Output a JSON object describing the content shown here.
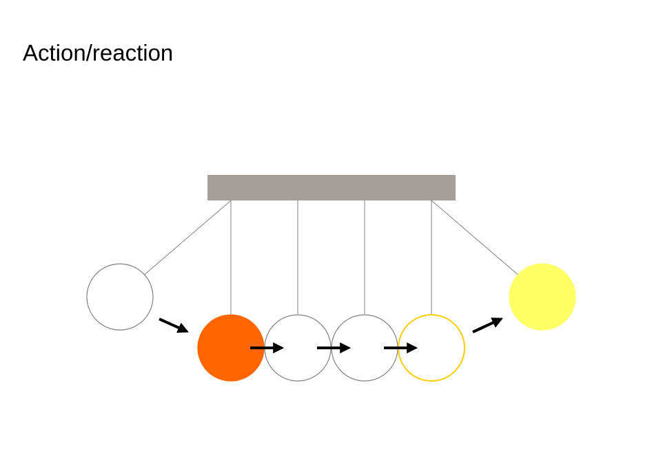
{
  "slide": {
    "title": "Action/reaction"
  },
  "diagram": {
    "type": "newtons-cradle",
    "beam_color": "#A59D98",
    "string_color": "#808080",
    "arrow_color": "#000000",
    "balls": [
      {
        "name": "ball-left-raised",
        "state": "raised-left",
        "fill": "#FFFFFF",
        "stroke": "#808080"
      },
      {
        "name": "ball-1-impact",
        "state": "rest",
        "fill": "#FF6600",
        "stroke": "#FF6600"
      },
      {
        "name": "ball-2",
        "state": "rest",
        "fill": "#FFFFFF",
        "stroke": "#808080"
      },
      {
        "name": "ball-3",
        "state": "rest",
        "fill": "#FFFFFF",
        "stroke": "#808080"
      },
      {
        "name": "ball-4-outlined",
        "state": "rest",
        "fill": "#FFFFFF",
        "stroke": "#FFCC00"
      },
      {
        "name": "ball-right-raised",
        "state": "raised-right",
        "fill": "#FFFF66",
        "stroke": "#FFFF66"
      }
    ],
    "arrows": [
      {
        "name": "arrow-incoming",
        "direction": "down-right"
      },
      {
        "name": "arrow-transfer-1",
        "direction": "right"
      },
      {
        "name": "arrow-transfer-2",
        "direction": "right"
      },
      {
        "name": "arrow-transfer-3",
        "direction": "right"
      },
      {
        "name": "arrow-outgoing",
        "direction": "up-right"
      }
    ]
  }
}
